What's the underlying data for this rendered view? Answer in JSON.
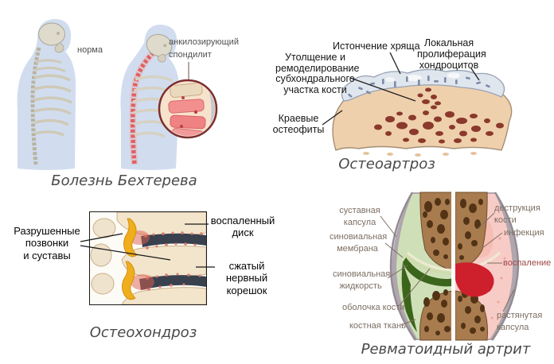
{
  "page": {
    "background": "#ffffff",
    "language": "ru"
  },
  "panels": {
    "bekhterev": {
      "caption": "Болезнь Бехтерева",
      "labels": {
        "norm": "норма",
        "spondylitis": "анкилозирующий\nспондилит"
      },
      "colors": {
        "body_silhouette": "#c5d4eb",
        "bone": "#dedacc",
        "inflamed_spine": "#e06161",
        "magnifier_ring": "#7c2f2f",
        "inflamed_vertebrae": "#f08989"
      }
    },
    "osteoarthrosis": {
      "caption": "Остеоартроз",
      "labels": {
        "cartilage_thinning": "Истончение хряща",
        "chondrocyte_proliferation": "Локальная\nпролиферация\nхондроцитов",
        "subchondral_remodeling": "Утолщение и\nремоделирование\nсубхондрального\nучастка кости",
        "marginal_osteophytes": "Краевые\nостеофиты"
      },
      "colors": {
        "bone": "#efd0ad",
        "bone_spots": "#8a392c",
        "cartilage": "#e0e6ee",
        "chondrocytes": "#7b8ba6"
      }
    },
    "osteochondrosis": {
      "caption": "Остеохондроз",
      "labels": {
        "destroyed_vertebrae": "Разрушенные\nпозвонки\nи суставы",
        "inflamed_disk": "воспаленный\nдиск",
        "compressed_nerve": "сжатый\nнервный\nкорешок"
      },
      "colors": {
        "vertebra": "#f2e5cc",
        "disk": "#39414f",
        "nerve": "#f0ad1c",
        "inflammation": "#e06050"
      }
    },
    "rheumatoid": {
      "caption": "Ревматоидный артрит",
      "labels_left": {
        "joint_capsule": "суставная\nкапсула",
        "synovial_membrane": "синовиальная\nмембрана",
        "synovial_fluid": "синовиальная\nжидкорсть",
        "bone_sheath": "оболочка кости",
        "bone_tissue": "костная ткань"
      },
      "labels_right": {
        "bone_destruction": "деструкция\nкости",
        "infection": "инфекция",
        "inflammation": "воспаление",
        "stretched_capsule": "растянутая\nкапсула"
      },
      "colors": {
        "bone": "#a87c4f",
        "trabecular_holes": "#523315",
        "healthy_fluid": "#3c651c",
        "membrane_lining": "#cfdcae",
        "inflammation": "#ce1f2d",
        "stretched_capsule_pink": "#f8ccc6",
        "capsule_gray": "#938a93"
      }
    }
  }
}
